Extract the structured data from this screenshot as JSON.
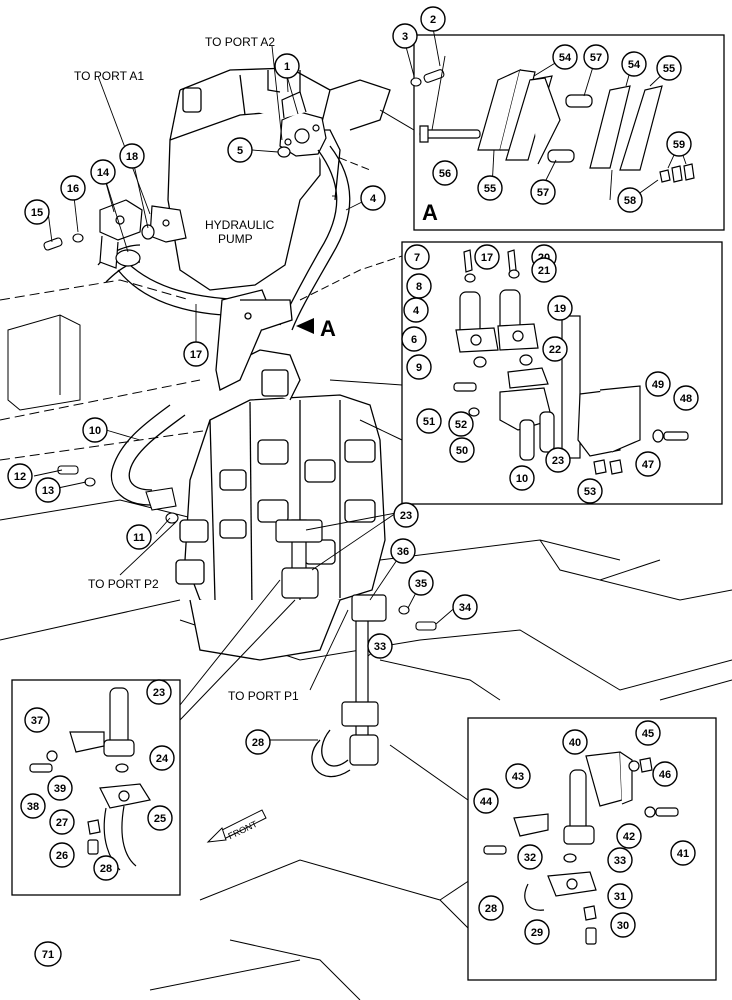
{
  "labels": {
    "port_a1": "TO PORT A1",
    "port_a2": "TO PORT A2",
    "port_p1": "TO PORT P1",
    "port_p2": "TO PORT P2",
    "pump_line1": "HYDRAULIC",
    "pump_line2": "PUMP",
    "view_a": "A",
    "arrow_a": "A",
    "front": "FRONT",
    "page_ref": "71"
  },
  "callouts": [
    {
      "id": "c1",
      "n": "1"
    },
    {
      "id": "c2",
      "n": "2"
    },
    {
      "id": "c3",
      "n": "3"
    },
    {
      "id": "c4",
      "n": "4"
    },
    {
      "id": "c5",
      "n": "5"
    },
    {
      "id": "c14",
      "n": "14"
    },
    {
      "id": "c15",
      "n": "15"
    },
    {
      "id": "c16",
      "n": "16"
    },
    {
      "id": "c17",
      "n": "17"
    },
    {
      "id": "c18",
      "n": "18"
    },
    {
      "id": "c54a",
      "n": "54"
    },
    {
      "id": "c54b",
      "n": "54"
    },
    {
      "id": "c55a",
      "n": "55"
    },
    {
      "id": "c55b",
      "n": "55"
    },
    {
      "id": "c56",
      "n": "56"
    },
    {
      "id": "c57a",
      "n": "57"
    },
    {
      "id": "c57b",
      "n": "57"
    },
    {
      "id": "c58",
      "n": "58"
    },
    {
      "id": "c59",
      "n": "59"
    },
    {
      "id": "c7",
      "n": "7"
    },
    {
      "id": "c17b",
      "n": "17"
    },
    {
      "id": "c20",
      "n": "20"
    },
    {
      "id": "c8",
      "n": "8"
    },
    {
      "id": "c21",
      "n": "21"
    },
    {
      "id": "c4b",
      "n": "4"
    },
    {
      "id": "c19",
      "n": "19"
    },
    {
      "id": "c6",
      "n": "6"
    },
    {
      "id": "c22",
      "n": "22"
    },
    {
      "id": "c9",
      "n": "9"
    },
    {
      "id": "c49",
      "n": "49"
    },
    {
      "id": "c48",
      "n": "48"
    },
    {
      "id": "c51",
      "n": "51"
    },
    {
      "id": "c52",
      "n": "52"
    },
    {
      "id": "c50",
      "n": "50"
    },
    {
      "id": "c23a",
      "n": "23"
    },
    {
      "id": "c10a",
      "n": "10"
    },
    {
      "id": "c47",
      "n": "47"
    },
    {
      "id": "c53",
      "n": "53"
    },
    {
      "id": "c10",
      "n": "10"
    },
    {
      "id": "c12",
      "n": "12"
    },
    {
      "id": "c13",
      "n": "13"
    },
    {
      "id": "c11",
      "n": "11"
    },
    {
      "id": "c23",
      "n": "23"
    },
    {
      "id": "c36",
      "n": "36"
    },
    {
      "id": "c35",
      "n": "35"
    },
    {
      "id": "c34",
      "n": "34"
    },
    {
      "id": "c33",
      "n": "33"
    },
    {
      "id": "c23b",
      "n": "23"
    },
    {
      "id": "c37",
      "n": "37"
    },
    {
      "id": "c24",
      "n": "24"
    },
    {
      "id": "c39",
      "n": "39"
    },
    {
      "id": "c38",
      "n": "38"
    },
    {
      "id": "c25",
      "n": "25"
    },
    {
      "id": "c27",
      "n": "27"
    },
    {
      "id": "c26",
      "n": "26"
    },
    {
      "id": "c28",
      "n": "28"
    },
    {
      "id": "c28b",
      "n": "28"
    },
    {
      "id": "c40",
      "n": "40"
    },
    {
      "id": "c45",
      "n": "45"
    },
    {
      "id": "c46",
      "n": "46"
    },
    {
      "id": "c43",
      "n": "43"
    },
    {
      "id": "c44",
      "n": "44"
    },
    {
      "id": "c42",
      "n": "42"
    },
    {
      "id": "c41",
      "n": "41"
    },
    {
      "id": "c33b",
      "n": "33"
    },
    {
      "id": "c32",
      "n": "32"
    },
    {
      "id": "c28c",
      "n": "28"
    },
    {
      "id": "c29",
      "n": "29"
    },
    {
      "id": "c31",
      "n": "31"
    },
    {
      "id": "c30",
      "n": "30"
    }
  ]
}
